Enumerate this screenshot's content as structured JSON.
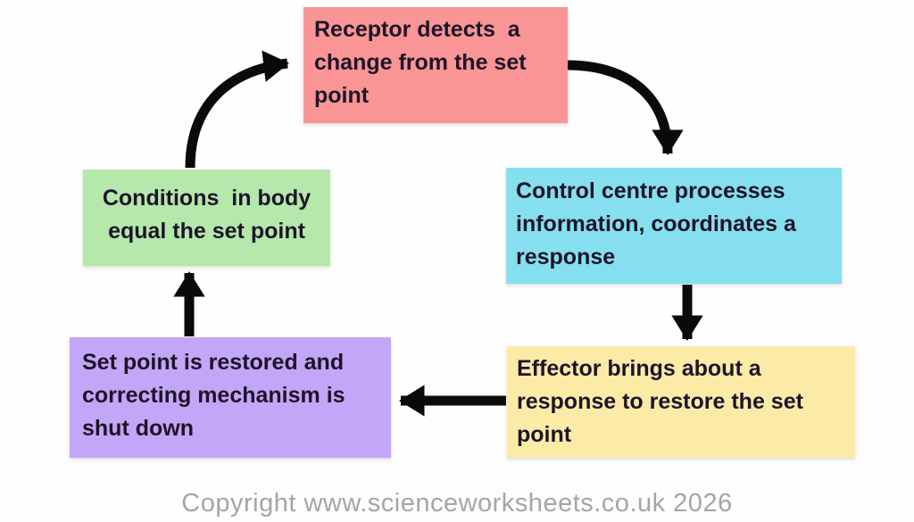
{
  "diagram": {
    "type": "cycle-flowchart",
    "topic": "Homeostasis negative feedback loop",
    "nodes": [
      {
        "id": "receptor",
        "text": "Receptor detects  a\nchange from the set\npoint",
        "color": "#f99595"
      },
      {
        "id": "control",
        "text": "Control centre processes\ninformation, coordinates a\nresponse",
        "color": "#85dfee"
      },
      {
        "id": "effector",
        "text": "Effector brings about a\nresponse to restore the set\npoint",
        "color": "#fbeba7"
      },
      {
        "id": "setpoint",
        "text": "Set point is restored and\ncorrecting mechanism is\nshut down",
        "color": "#c3a6f7"
      },
      {
        "id": "conditions",
        "text": "Conditions  in body\nequal the set point",
        "color": "#b5e8ab"
      }
    ],
    "arrows": [
      {
        "from": "conditions",
        "to": "receptor"
      },
      {
        "from": "receptor",
        "to": "control"
      },
      {
        "from": "control",
        "to": "effector"
      },
      {
        "from": "effector",
        "to": "setpoint"
      },
      {
        "from": "setpoint",
        "to": "conditions"
      }
    ],
    "arrow_color": "#0a0a0a",
    "text_color": "#1d1429",
    "footer": "Copyright www.scienceworksheets.co.uk 2026"
  }
}
